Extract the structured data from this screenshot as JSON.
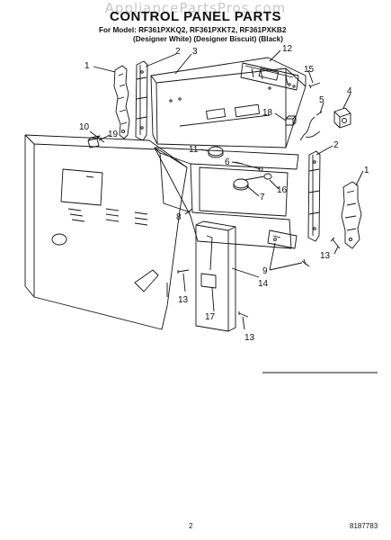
{
  "watermark": "AppliancePartsPros.com",
  "title": "CONTROL PANEL PARTS",
  "models_line": "For Model: RF361PXKQ2, RF361PXKT2, RF361PXKB2",
  "colors_line": "(Designer White) (Designer Biscuit) (Black)",
  "page_number": "2",
  "doc_number": "8187783",
  "callouts": [
    {
      "id": "c1a",
      "text": "1"
    },
    {
      "id": "c2a",
      "text": "2"
    },
    {
      "id": "c3",
      "text": "3"
    },
    {
      "id": "c12",
      "text": "12"
    },
    {
      "id": "c15",
      "text": "15"
    },
    {
      "id": "c4",
      "text": "4"
    },
    {
      "id": "c5",
      "text": "5"
    },
    {
      "id": "c18",
      "text": "18"
    },
    {
      "id": "c10",
      "text": "10"
    },
    {
      "id": "c19",
      "text": "19"
    },
    {
      "id": "c2b",
      "text": "2"
    },
    {
      "id": "c11",
      "text": "11"
    },
    {
      "id": "c6",
      "text": "6"
    },
    {
      "id": "c1b",
      "text": "1"
    },
    {
      "id": "c16",
      "text": "16"
    },
    {
      "id": "c7",
      "text": "7"
    },
    {
      "id": "c8",
      "text": "8"
    },
    {
      "id": "c13a",
      "text": "13"
    },
    {
      "id": "c9",
      "text": "9"
    },
    {
      "id": "c14",
      "text": "14"
    },
    {
      "id": "c13b",
      "text": "13"
    },
    {
      "id": "c17",
      "text": "17"
    },
    {
      "id": "c13c",
      "text": "13"
    }
  ]
}
